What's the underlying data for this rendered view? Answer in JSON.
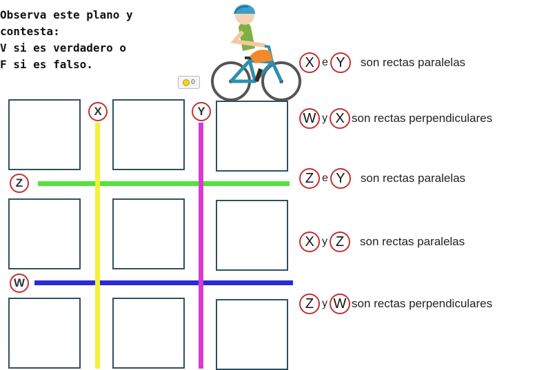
{
  "instructions": [
    "Observa este plano y",
    "contesta:",
    "V si es verdadero o",
    "F si es falso."
  ],
  "badge": "0",
  "grid_labels": {
    "x": "X",
    "y": "Y",
    "z": "Z",
    "w": "W"
  },
  "statements": [
    {
      "a": "X",
      "conj": "e",
      "b": "Y",
      "text": "son rectas paralelas"
    },
    {
      "a": "W",
      "conj": "y",
      "b": "X",
      "text": "son rectas perpendiculares"
    },
    {
      "a": "Z",
      "conj": "e",
      "b": "Y",
      "text": "son rectas paralelas"
    },
    {
      "a": "X",
      "conj": "y",
      "b": "Z",
      "text": "son rectas paralelas"
    },
    {
      "a": "Z",
      "conj": "y",
      "b": "W",
      "text": "son rectas perpendiculares"
    }
  ],
  "colors": {
    "x_line": "#f4f13a",
    "y_line": "#d63bd6",
    "z_line": "#55e23a",
    "w_line": "#2a2ad6",
    "circle_border": "#c23030"
  }
}
